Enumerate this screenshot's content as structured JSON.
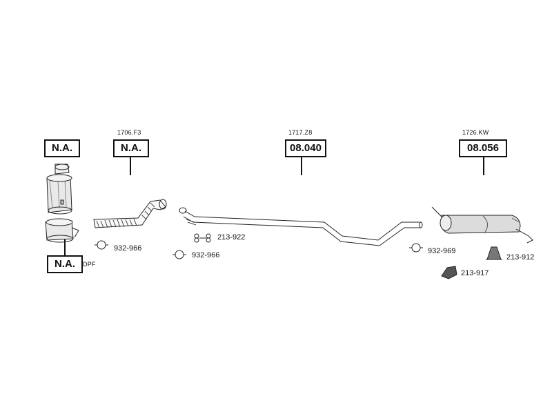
{
  "assemblies": [
    {
      "ref": "",
      "box": "N.A."
    },
    {
      "ref": "1706.F3",
      "box": "N.A."
    },
    {
      "ref": "1717.Z8",
      "box": "08.040"
    },
    {
      "ref": "1726.KW",
      "box": "08.056"
    }
  ],
  "dpf": {
    "box": "N.A.",
    "note": "DPF"
  },
  "parts": [
    {
      "code": "932-966",
      "icon": "clamp-icon"
    },
    {
      "code": "213-922",
      "icon": "bolt-clamp-icon"
    },
    {
      "code": "932-966",
      "icon": "clamp-icon"
    },
    {
      "code": "932-969",
      "icon": "clamp-icon"
    },
    {
      "code": "213-912",
      "icon": "rubber-hanger-icon"
    },
    {
      "code": "213-917",
      "icon": "mounting-bracket-icon"
    }
  ]
}
